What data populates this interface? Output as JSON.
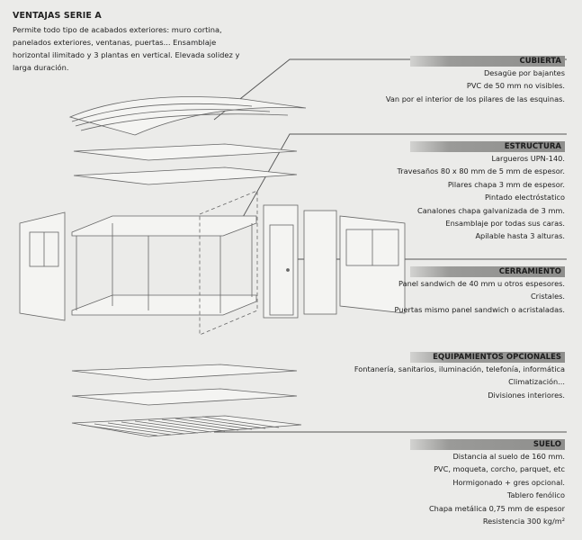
{
  "intro": {
    "title": "VENTAJAS SERIE A",
    "text": "Permite todo tipo de acabados exteriores: muro cortina, panelados exteriores, ventanas, puertas... Ensamblaje horizontal ilimitado y 3 plantas en vertical. Elevada solidez y larga duración."
  },
  "sections": [
    {
      "title": "CUBIERTA",
      "lines": [
        "Desagüe por bajantes",
        "PVC de 50 mm no visibles.",
        "Van por el interior de los pilares de las esquinas."
      ]
    },
    {
      "title": "ESTRUCTURA",
      "lines": [
        "Largueros UPN-140.",
        "Travesaños 80 x 80 mm de 5 mm de espesor.",
        "Pilares chapa 3 mm de espesor.",
        "Pintado electróstatico",
        "Canalones chapa galvanizada de 3 mm.",
        "Ensamblaje por todas sus caras.",
        "Apilable hasta 3 alturas."
      ]
    },
    {
      "title": "CERRAMIENTO",
      "lines": [
        "Panel sandwich de 40 mm u otros espesores.",
        "Cristales.",
        "Puertas mismo panel sandwich o acristaladas."
      ]
    },
    {
      "title": "EQUIPAMIENTOS OPCIONALES",
      "lines": [
        "Fontanería, sanitarios, iluminación, telefonía, informática",
        "Climatización...",
        "Divisiones interiores."
      ]
    },
    {
      "title": "SUELO",
      "lines": [
        "Distancia al suelo de 160 mm.",
        "PVC, moqueta, corcho, parquet, etc",
        "Hormigonado + gres opcional.",
        "Tablero fenólico",
        "Chapa metálica 0,75 mm de espesor",
        "Resistencia 300 kg/m²"
      ]
    }
  ],
  "colors": {
    "background": "#ebebe9",
    "bar": "#8e8e8c",
    "line": "#555555"
  }
}
